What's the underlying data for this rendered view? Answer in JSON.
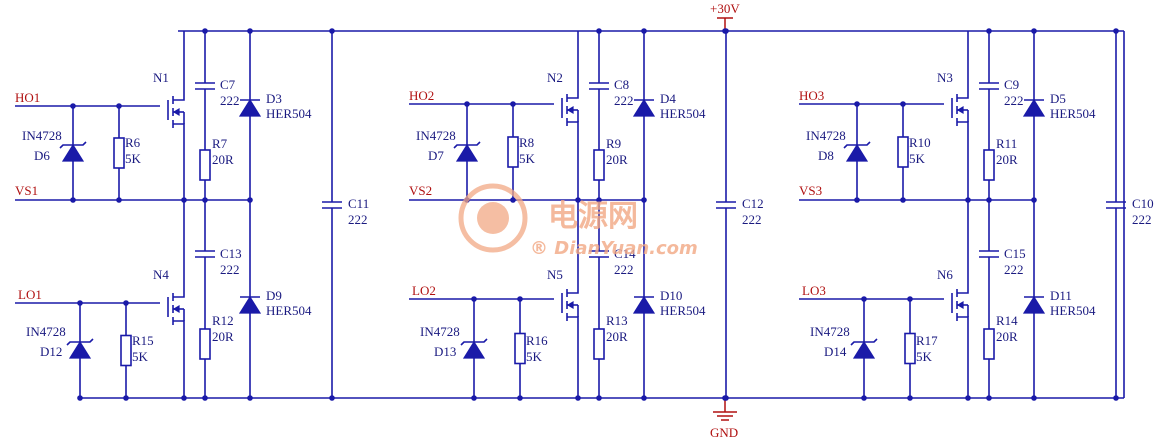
{
  "power": {
    "supply_label": "+30V",
    "ground_label": "GND"
  },
  "watermark": {
    "chinese": "电源网",
    "site": "® DianYuan.com"
  },
  "stages": [
    {
      "ho": "HO1",
      "vs": "VS1",
      "lo": "LO1",
      "high_mos": "N1",
      "low_mos": "N4",
      "hi_zener": {
        "ref": "D6",
        "val": "IN4728"
      },
      "lo_zener": {
        "ref": "D12",
        "val": "IN4728"
      },
      "hi_res": {
        "ref": "R6",
        "val": "5K"
      },
      "lo_res": {
        "ref": "R15",
        "val": "5K"
      },
      "hi_cap": {
        "ref": "C7",
        "val": "222"
      },
      "lo_cap": {
        "ref": "C13",
        "val": "222"
      },
      "hi_snub_res": {
        "ref": "R7",
        "val": "20R"
      },
      "lo_snub_res": {
        "ref": "R12",
        "val": "20R"
      },
      "hi_diode": {
        "ref": "D3",
        "val": "HER504"
      },
      "lo_diode": {
        "ref": "D9",
        "val": "HER504"
      },
      "bus_cap": {
        "ref": "C11",
        "val": "222"
      }
    },
    {
      "ho": "HO2",
      "vs": "VS2",
      "lo": "LO2",
      "high_mos": "N2",
      "low_mos": "N5",
      "hi_zener": {
        "ref": "D7",
        "val": "IN4728"
      },
      "lo_zener": {
        "ref": "D13",
        "val": "IN4728"
      },
      "hi_res": {
        "ref": "R8",
        "val": "5K"
      },
      "lo_res": {
        "ref": "R16",
        "val": "5K"
      },
      "hi_cap": {
        "ref": "C8",
        "val": "222"
      },
      "lo_cap": {
        "ref": "C14",
        "val": "222"
      },
      "hi_snub_res": {
        "ref": "R9",
        "val": "20R"
      },
      "lo_snub_res": {
        "ref": "R13",
        "val": "20R"
      },
      "hi_diode": {
        "ref": "D4",
        "val": "HER504"
      },
      "lo_diode": {
        "ref": "D10",
        "val": "HER504"
      },
      "bus_cap": {
        "ref": "C12",
        "val": "222"
      }
    },
    {
      "ho": "HO3",
      "vs": "VS3",
      "lo": "LO3",
      "high_mos": "N3",
      "low_mos": "N6",
      "hi_zener": {
        "ref": "D8",
        "val": "IN4728"
      },
      "lo_zener": {
        "ref": "D14",
        "val": "IN4728"
      },
      "hi_res": {
        "ref": "R10",
        "val": "5K"
      },
      "lo_res": {
        "ref": "R17",
        "val": "5K"
      },
      "hi_cap": {
        "ref": "C9",
        "val": "222"
      },
      "lo_cap": {
        "ref": "C15",
        "val": "222"
      },
      "hi_snub_res": {
        "ref": "R11",
        "val": "20R"
      },
      "lo_snub_res": {
        "ref": "R14",
        "val": "20R"
      },
      "hi_diode": {
        "ref": "D5",
        "val": "HER504"
      },
      "lo_diode": {
        "ref": "D11",
        "val": "HER504"
      },
      "bus_cap": {
        "ref": "C10",
        "val": "222"
      }
    }
  ]
}
